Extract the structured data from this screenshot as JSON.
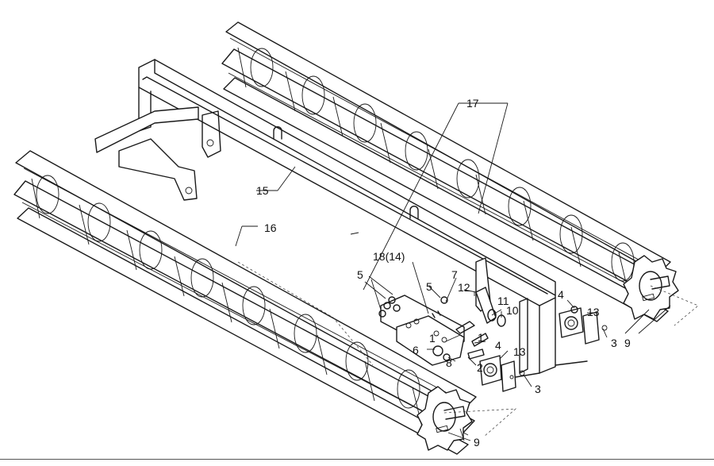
{
  "callouts": {
    "c17": "17",
    "c15": "15",
    "c16": "16",
    "c18_14": "18(14)",
    "c5a": "5",
    "c5b": "5",
    "c7": "7",
    "c12": "12",
    "c11": "11",
    "c10": "10",
    "c4a": "4",
    "c13a": "13",
    "c3a": "3",
    "c9a": "9",
    "c1a": "1",
    "c1b": "1",
    "c4b": "4",
    "c6": "6",
    "c8": "8",
    "c2": "2",
    "c13b": "13",
    "c3b": "3",
    "c9b": "9"
  },
  "colors": {
    "line": "#1a1a1a",
    "background": "#ffffff"
  }
}
